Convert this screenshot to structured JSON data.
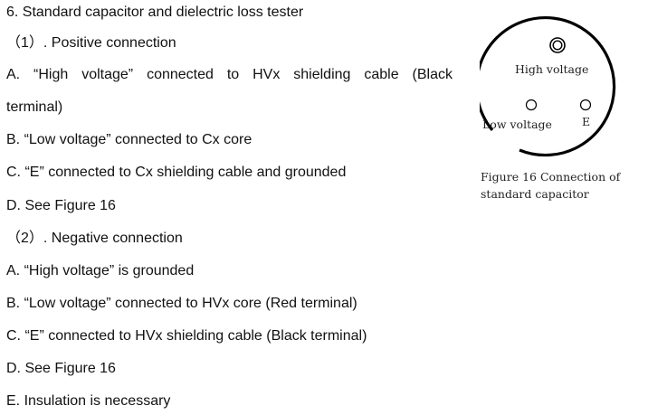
{
  "document": {
    "heading": "6. Standard capacitor and dielectric loss tester",
    "section1": {
      "title": "（1）. Positive connection",
      "items": [
        "A. “High voltage” connected to HVx shielding cable (Black",
        "terminal)",
        "B. “Low voltage” connected to Cx core",
        "C. “E” connected to Cx shielding cable and grounded",
        "D. See Figure 16"
      ]
    },
    "section2": {
      "title": "（2）. Negative connection",
      "items": [
        "A. “High voltage” is grounded",
        "B. “Low voltage” connected to HVx core (Red terminal)",
        "C. “E” connected to HVx shielding cable (Black terminal)",
        "D. See Figure 16",
        "E. Insulation is necessary"
      ]
    }
  },
  "figure": {
    "high_voltage_label": "High voltage",
    "low_voltage_label": "Low voltage",
    "e_label": "E",
    "caption_line1": "Figure 16 Connection of",
    "caption_line2": "standard capacitor"
  }
}
